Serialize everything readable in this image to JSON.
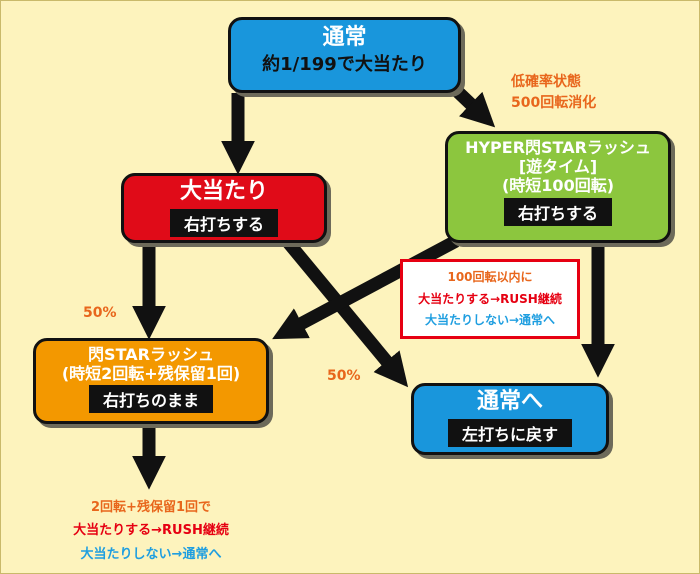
{
  "colors": {
    "background": "#fdf3bd",
    "blue_box": "#1996dc",
    "red_box": "#e00b18",
    "green_box": "#8cc63e",
    "orange_box": "#f39800",
    "orange_text": "#e8661c",
    "red_text": "#e60012",
    "blue_text": "#1e9ee0",
    "arrow": "#111111"
  },
  "boxes": {
    "normal_start": {
      "line1": "通常",
      "line2": "約1/199で大当たり"
    },
    "jackpot": {
      "title": "大当たり",
      "badge": "右打ちする"
    },
    "hyper": {
      "line1": "HYPER閃STARラッシュ",
      "line2": "[遊タイム]",
      "line3": "(時短100回転)",
      "badge": "右打ちする"
    },
    "senstar": {
      "line1": "閃STARラッシュ",
      "line2": "(時短2回転+残保留1回)",
      "badge": "右打ちのまま"
    },
    "to_normal": {
      "title": "通常へ",
      "badge": "左打ちに戻す"
    }
  },
  "labels": {
    "low_prob": "低確率状態",
    "spins_500": "500回転消化",
    "pct_left": "50%",
    "pct_mid": "50%"
  },
  "hyper_note": {
    "line1": "100回転以内に",
    "line2": "大当たりする→RUSH継続",
    "line3": "大当たりしない→通常へ"
  },
  "bottom_note": {
    "line1": "2回転+残保留1回で",
    "line2": "大当たりする→RUSH継続",
    "line3": "大当たりしない→通常へ"
  }
}
